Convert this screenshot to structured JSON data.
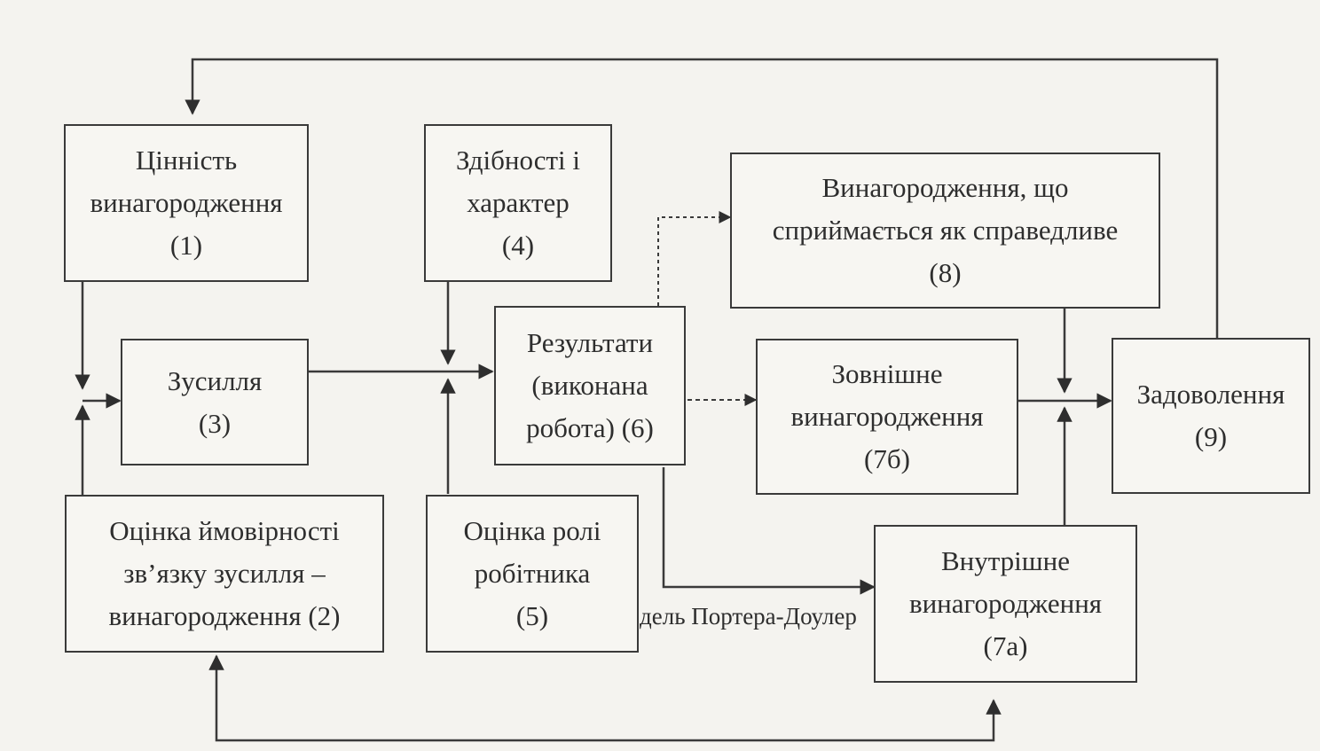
{
  "boxes": {
    "b1": "Цінність\nвинагородження\n(1)",
    "b2": "Оцінка ймовірності\nзв’язку зусилля –\nвинагородження (2)",
    "b3": "Зусилля\n(3)",
    "b4": "Здібності і\nхарактер\n(4)",
    "b5": "Оцінка ролі\nробітника\n(5)",
    "b6": "Результати\n(виконана\nробота) (6)",
    "b7a": "Внутрішне\nвинагородження\n(7а)",
    "b7b": "Зовнішне\nвинагородження\n(7б)",
    "b8": "Винагородження, що\nсприймається як справедливе\n(8)",
    "b9": "Задоволення\n(9)"
  },
  "caption": "дель Портера-Доулер"
}
